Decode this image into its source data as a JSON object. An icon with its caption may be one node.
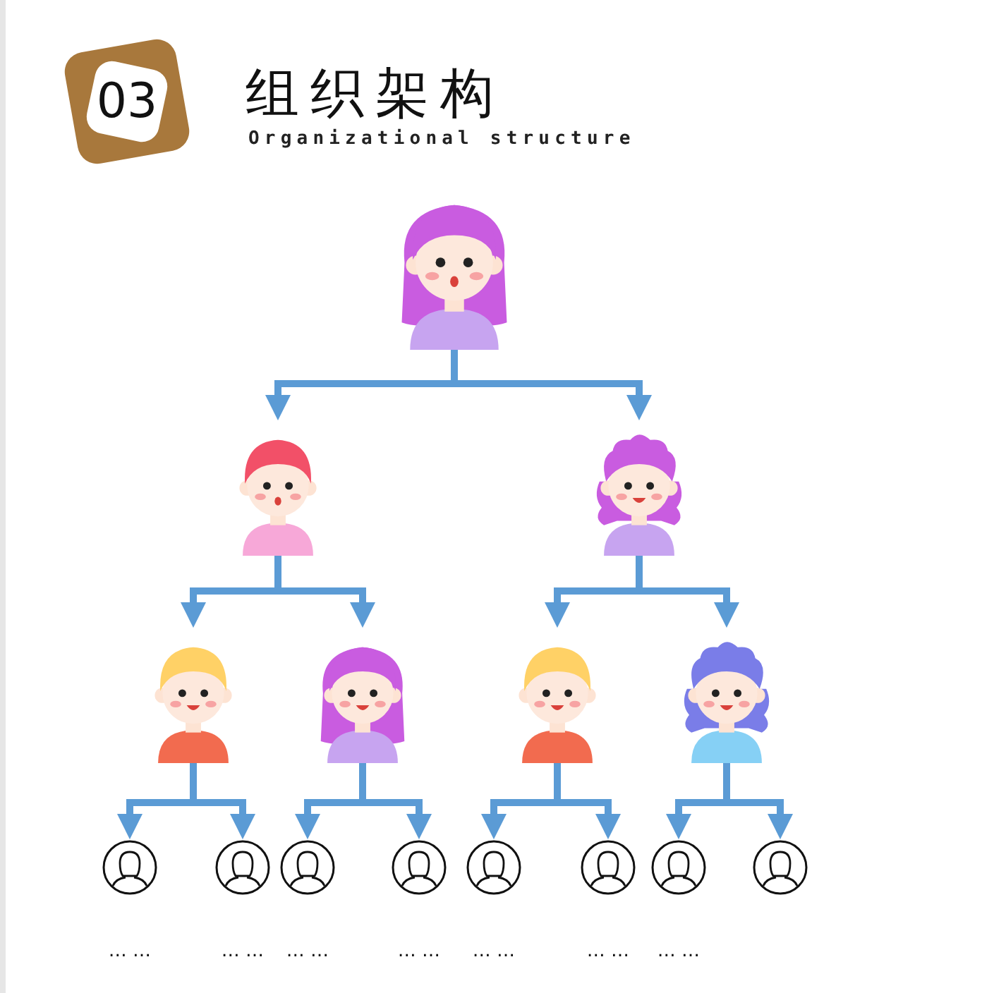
{
  "diagram": {
    "title": "组织架构",
    "nodes": [
      {
        "text": [
          "03"
        ]
      },
      {
        "text": [],
        "shape": "picture"
      },
      {
        "text": [],
        "shape": "picture"
      },
      {
        "text": [],
        "shape": "picture"
      },
      {
        "text": [],
        "shape": "picture"
      },
      {
        "text": [],
        "shape": "picture"
      },
      {
        "text": [],
        "shape": "picture"
      },
      {
        "text": [],
        "shape": "picture"
      },
      {
        "text": [],
        "shape": "person",
        "beside": [
          "… …"
        ]
      },
      {
        "text": [],
        "shape": "person",
        "beside": [
          "… …"
        ]
      },
      {
        "text": [],
        "shape": "person",
        "beside": [
          "… …"
        ]
      },
      {
        "text": [],
        "shape": "person",
        "beside": [
          "… …"
        ]
      },
      {
        "text": [],
        "shape": "person",
        "beside": [
          "… …"
        ]
      },
      {
        "text": [],
        "shape": "person",
        "beside": [
          "… …"
        ]
      },
      {
        "text": [],
        "shape": "person",
        "beside": [
          "… …"
        ]
      },
      {
        "text": [],
        "shape": "person"
      }
    ],
    "edges": [
      {
        "from": 1,
        "to": 2,
        "arrow": "to"
      },
      {
        "from": 1,
        "to": 3,
        "arrow": "to"
      },
      {
        "from": 2,
        "to": 4,
        "arrow": "to"
      },
      {
        "from": 2,
        "to": 5,
        "arrow": "to"
      },
      {
        "from": 3,
        "to": 6,
        "arrow": "to"
      },
      {
        "from": 3,
        "to": 7,
        "arrow": "to"
      },
      {
        "from": 4,
        "to": 8,
        "arrow": "to"
      },
      {
        "from": 4,
        "to": 9,
        "arrow": "to"
      },
      {
        "from": 5,
        "to": 10,
        "arrow": "to"
      },
      {
        "from": 5,
        "to": 11,
        "arrow": "to"
      },
      {
        "from": 6,
        "to": 12,
        "arrow": "to"
      },
      {
        "from": 6,
        "to": 13,
        "arrow": "to"
      },
      {
        "from": 7,
        "to": 14,
        "arrow": "to"
      },
      {
        "from": 7,
        "to": 15,
        "arrow": "to"
      }
    ],
    "labels": [
      "Organizational structure"
    ]
  }
}
